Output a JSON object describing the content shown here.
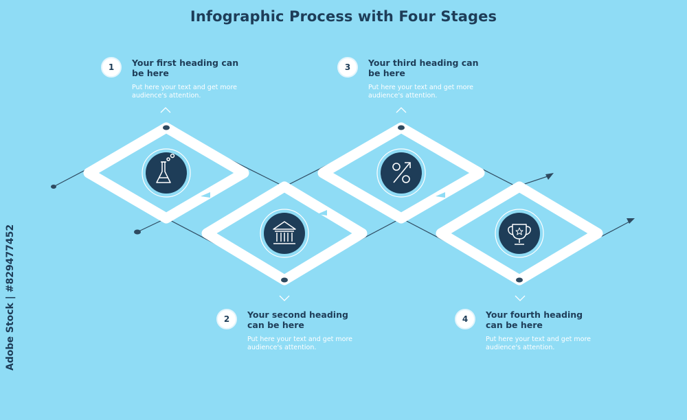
{
  "title": "Infographic Process with Four Stages",
  "side_text": "Adobe Stock | #829477452",
  "colors": {
    "background": "#8fdcf5",
    "dark": "#1e3d58",
    "frame": "#ffffff"
  },
  "stages": [
    {
      "number": "1",
      "heading": "Your first heading can be here",
      "text": "Put here your text and get more audience's attention.",
      "icon": "flask-icon"
    },
    {
      "number": "2",
      "heading": "Your second heading can be here",
      "text": "Put here your text and get more audience's attention.",
      "icon": "bank-icon"
    },
    {
      "number": "3",
      "heading": "Your third heading can be here",
      "text": "Put here your text and get more audience's attention.",
      "icon": "percent-icon"
    },
    {
      "number": "4",
      "heading": "Your fourth heading can be here",
      "text": "Put here your text and get more audience's attention.",
      "icon": "trophy-icon"
    }
  ]
}
